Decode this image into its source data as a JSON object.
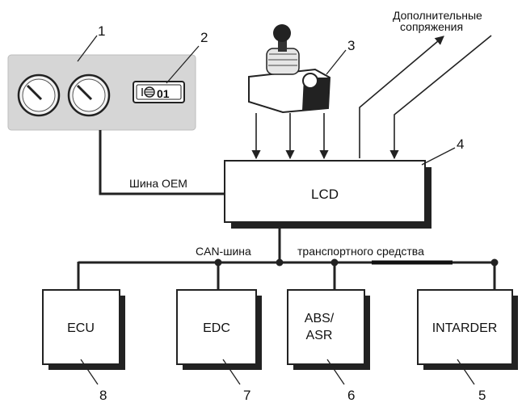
{
  "callouts": {
    "n1": "1",
    "n2": "2",
    "n3": "3",
    "n4": "4",
    "n5": "5",
    "n6": "6",
    "n7": "7",
    "n8": "8"
  },
  "extra_interfaces": {
    "line1": "Дополнительные",
    "line2": "сопряжения"
  },
  "oem_bus_label": "Шина OEM",
  "lcd_label": "LCD",
  "can_bus_label_left": "CAN-шина",
  "can_bus_label_right": "транспортного  средства",
  "display_readout": "01",
  "units": {
    "ecu": "ECU",
    "edc": "EDC",
    "abs_line1": "ABS/",
    "abs_line2": "ASR",
    "intarder": "INTARDER"
  }
}
